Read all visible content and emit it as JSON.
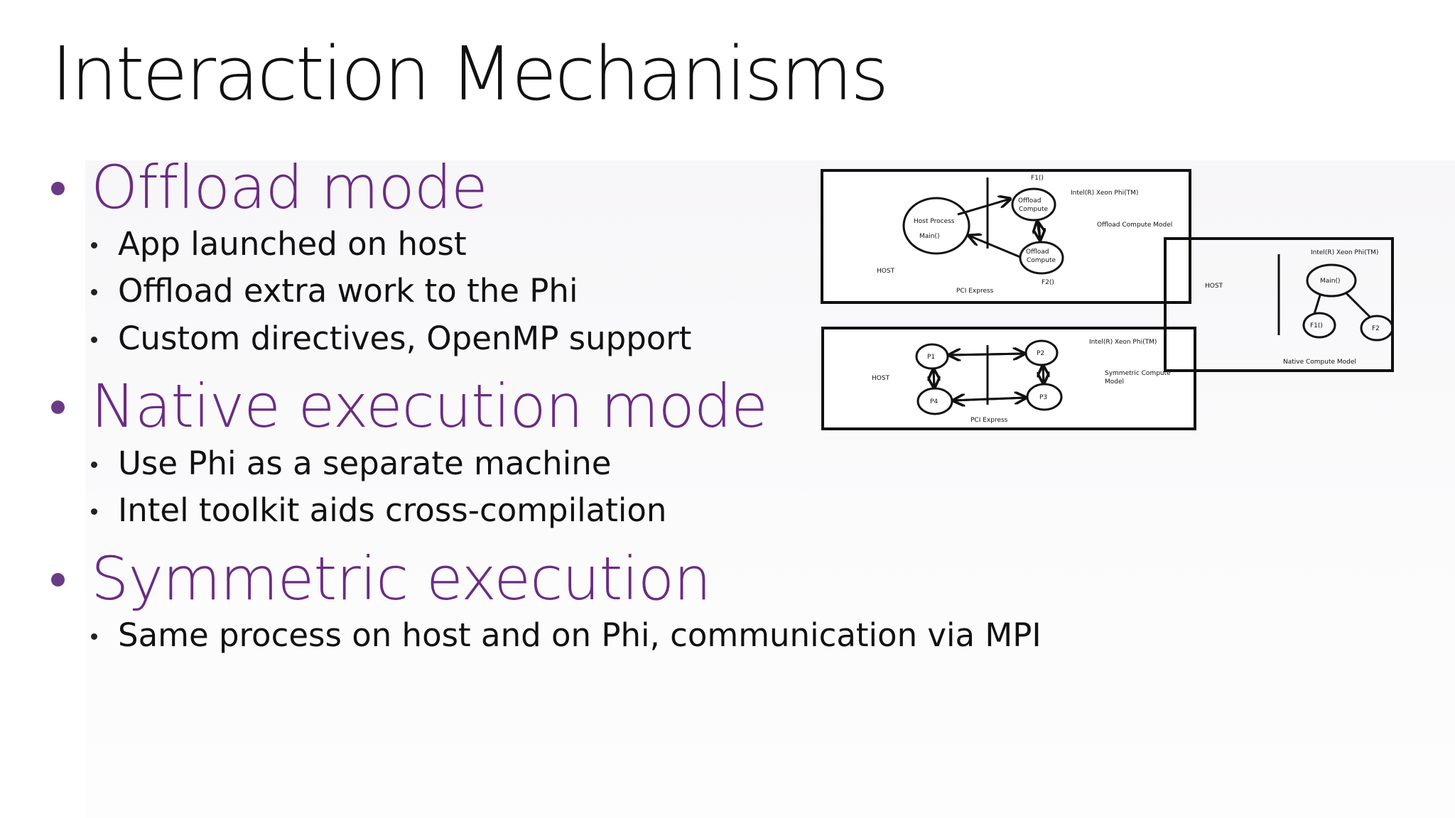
{
  "title": "Interaction Mechanisms",
  "sections": [
    {
      "heading": "Offload mode",
      "items": [
        "App launched on host",
        "Offload extra work to the Phi",
        "Custom directives, OpenMP support"
      ]
    },
    {
      "heading": "Native execution mode",
      "items": [
        "Use Phi as a separate machine",
        "Intel toolkit aids cross-compilation"
      ]
    },
    {
      "heading": "Symmetric execution",
      "items": [
        "Same process on host and on Phi, communication via MPI"
      ]
    }
  ],
  "diagram": {
    "offload_model": {
      "f1": "F1()",
      "phi": "Intel(R) Xeon Phi(TM)",
      "offload_compute_1": [
        "Offload",
        "Compute"
      ],
      "host_process": "Host Process",
      "main": "Main()",
      "model_label": "Offload Compute Model",
      "offload_compute_2": [
        "Offload",
        "Compute"
      ],
      "host": "HOST",
      "pci": "PCI Express",
      "f2": "F2()"
    },
    "native_model": {
      "phi": "Intel(R) Xeon Phi(TM)",
      "host": "HOST",
      "main": "Main()",
      "f1": "F1()",
      "f2": "F2",
      "model_label": "Native Compute Model"
    },
    "symmetric_model": {
      "phi": "Intel(R) Xeon Phi(TM)",
      "host": "HOST",
      "p1": "P1",
      "p2": "P2",
      "p3": "P3",
      "p4": "P4",
      "model_label": [
        "Symmetric Compute",
        "Model"
      ],
      "pci": "PCI Express"
    }
  }
}
